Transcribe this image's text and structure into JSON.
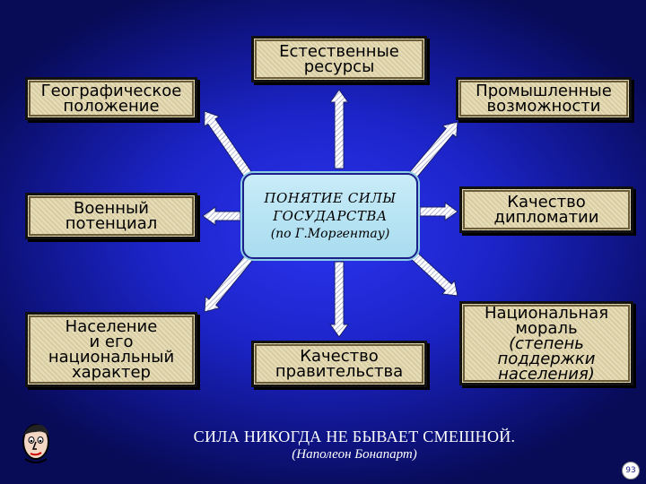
{
  "center": {
    "line1": "ПОНЯТИЕ СИЛЫ",
    "line2": "ГОСУДАРСТВА",
    "line3": "(по Г.Моргентау)"
  },
  "boxes": {
    "natural_resources": "Естественные\nресурсы",
    "geographic_position": "Географическое\nположение",
    "industrial_capacity": "Промышленные\nвозможности",
    "military_potential": "Военный\nпотенциал",
    "diplomacy_quality": "Качество\nдипломатии",
    "population_line1": "Население\nи его\nнациональный\nхарактер",
    "national_morale_line1": "Национальная\nмораль",
    "national_morale_line2": "(степень\nподдержки\nнаселения)",
    "government_quality": "Качество\nправительства"
  },
  "quote": {
    "text": "СИЛА  НИКОГДА  НЕ БЫВАЕТ  СМЕШНОЙ.",
    "author": "(Наполеон Бонапарт)"
  },
  "page_number": "93",
  "colors": {
    "background": "#1c24c8",
    "box_fill": "#e6dcb8",
    "center_fill": "#c9ecf8",
    "arrow": "#ffffff"
  },
  "icons": [
    "napoleon-portrait-icon"
  ]
}
